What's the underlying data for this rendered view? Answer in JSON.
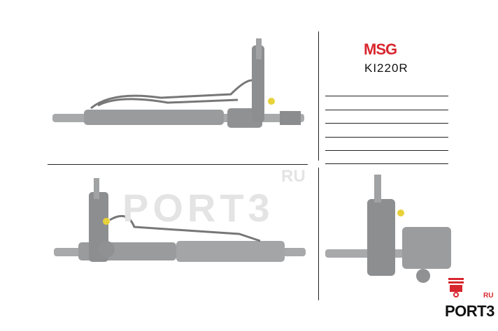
{
  "brand": {
    "logo_text": "MSG",
    "part_number": "KI220R"
  },
  "watermark": {
    "text": "PORT3",
    "suffix": "RU"
  },
  "corner_logo": {
    "text": "PORT3",
    "suffix": "RU"
  },
  "colors": {
    "brand_red": "#d8262e",
    "rack_gray": "#9a9c9e",
    "fitting_yellow": "#e8d23a"
  }
}
